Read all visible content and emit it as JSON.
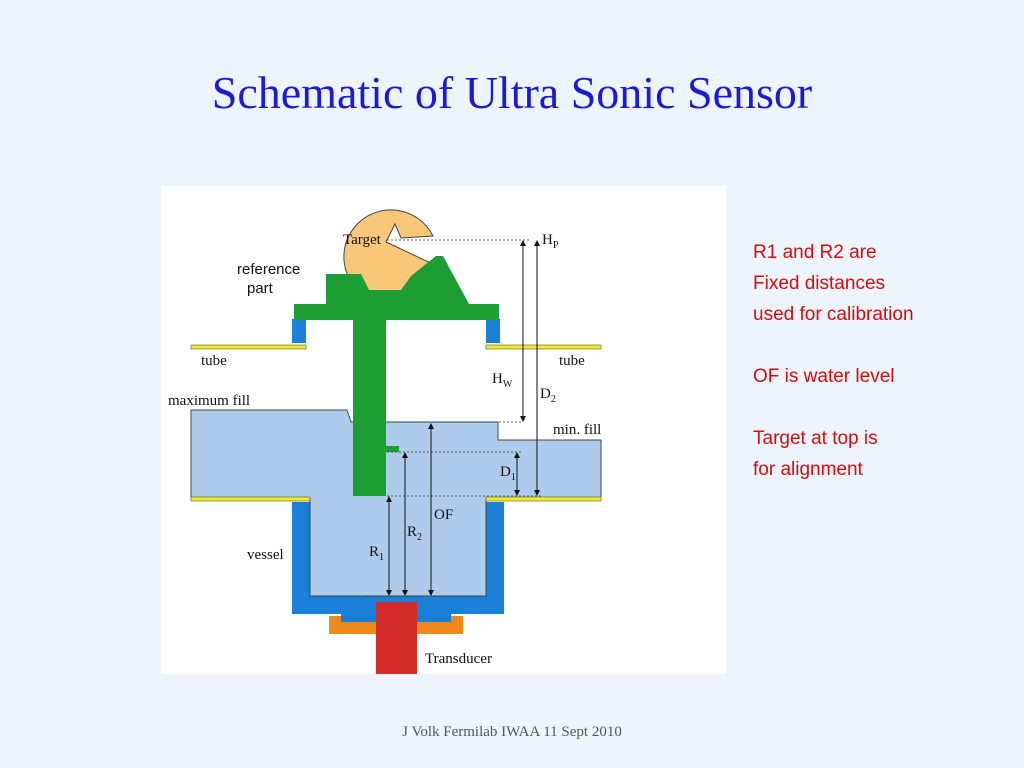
{
  "slide": {
    "title": "Schematic of Ultra Sonic Sensor",
    "footer": "J Volk Fermilab IWAA 11 Sept 2010"
  },
  "diagram": {
    "target": "Target",
    "reference_part": [
      "reference",
      "part"
    ],
    "tube_left": "tube",
    "tube_right": "tube",
    "maximum_fill": "maximum fill",
    "min_fill": "min. fill",
    "vessel": "vessel",
    "transducer": "Transducer",
    "of": "OF",
    "hp": {
      "base": "H",
      "sub": "P"
    },
    "hw": {
      "base": "H",
      "sub": "W"
    },
    "d1": {
      "base": "D",
      "sub": "1"
    },
    "d2": {
      "base": "D",
      "sub": "2"
    },
    "r1": {
      "base": "R",
      "sub": "1"
    },
    "r2": {
      "base": "R",
      "sub": "2"
    },
    "colors": {
      "water": "#aecbeb",
      "vessel_wall": "#1a7fd6",
      "reference_part": "#1c9e35",
      "target": "#f9c77a",
      "tube": "#f2ee1a",
      "transducer": "#d42b2b",
      "base_plate": "#f08a1e"
    }
  },
  "notes": {
    "line1": "R1 and R2 are",
    "line2": "Fixed distances",
    "line3": "used for calibration",
    "line4": "OF is water level",
    "line5": "Target at top is",
    "line6": "for alignment"
  }
}
